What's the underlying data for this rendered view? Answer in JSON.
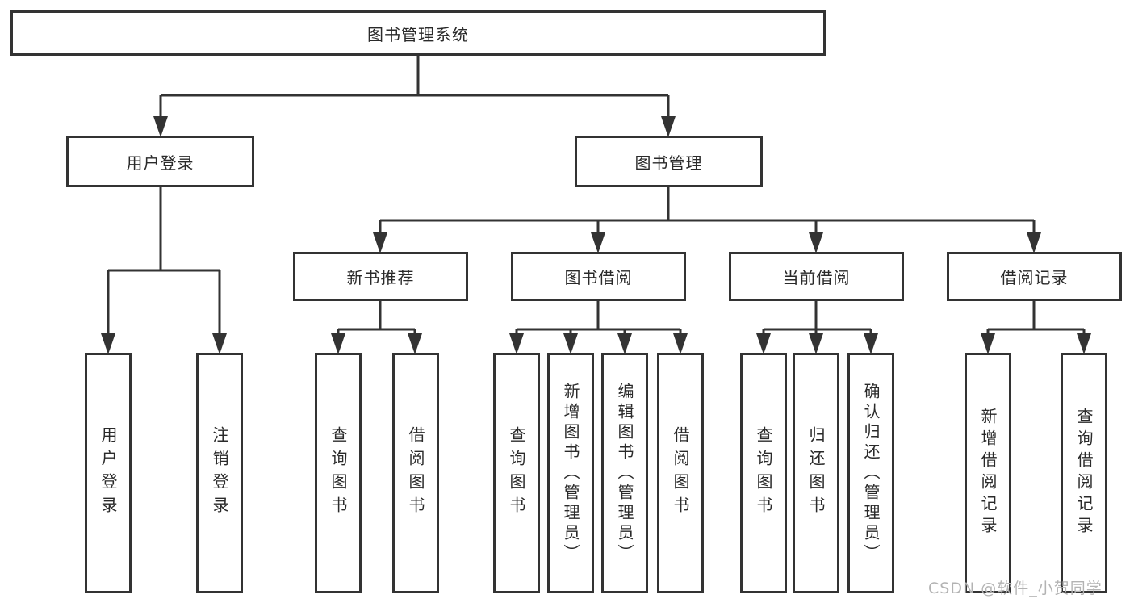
{
  "diagram": {
    "type": "hierarchy-tree",
    "root": {
      "label": "图书管理系统",
      "children": [
        {
          "label": "用户登录",
          "children": [
            {
              "label": "用户登录"
            },
            {
              "label": "注销登录"
            }
          ]
        },
        {
          "label": "图书管理",
          "children": [
            {
              "label": "新书推荐",
              "children": [
                {
                  "label": "查询图书"
                },
                {
                  "label": "借阅图书"
                }
              ]
            },
            {
              "label": "图书借阅",
              "children": [
                {
                  "label": "查询图书"
                },
                {
                  "label": "新增图书（管理员）"
                },
                {
                  "label": "编辑图书（管理员）"
                },
                {
                  "label": "借阅图书"
                }
              ]
            },
            {
              "label": "当前借阅",
              "children": [
                {
                  "label": "查询图书"
                },
                {
                  "label": "归还图书"
                },
                {
                  "label": "确认归还（管理员）"
                }
              ]
            },
            {
              "label": "借阅记录",
              "children": [
                {
                  "label": "新增借阅记录"
                },
                {
                  "label": "查询借阅记录"
                }
              ]
            }
          ]
        }
      ]
    },
    "colors": {
      "line": "#333333",
      "box_border": "#333333",
      "box_fill": "#ffffff",
      "text": "#2a2a2a",
      "background": "#ffffff",
      "watermark": "#b3b3b3"
    }
  },
  "watermark": {
    "text": "CSDN @软件_小贺同学"
  }
}
